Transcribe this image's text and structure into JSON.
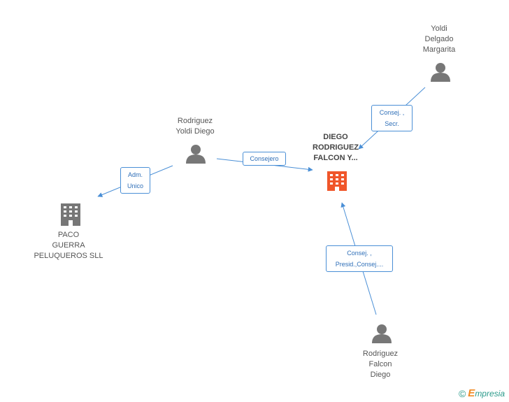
{
  "nodes": {
    "main_company": {
      "label": "DIEGO\nRODRIGUEZ\nFALCON Y..."
    },
    "yoldi_delgado": {
      "label": "Yoldi\nDelgado\nMargarita"
    },
    "rodriguez_yoldi": {
      "label": "Rodriguez\nYoldi Diego"
    },
    "paco_guerra": {
      "label": "PACO\nGUERRA\nPELUQUEROS SLL"
    },
    "rodriguez_falcon": {
      "label": "Rodriguez\nFalcon\nDiego"
    }
  },
  "edges": {
    "yoldi_to_main": {
      "label": "Consej. ,\nSecr."
    },
    "rodriguez_yoldi_to_main": {
      "label": "Consejero"
    },
    "rodriguez_yoldi_to_paco": {
      "label": "Adm.\nUnico"
    },
    "falcon_to_main": {
      "label": "Consej. ,\nPresid.,Consej...."
    }
  },
  "colors": {
    "main_building": "#f0562a",
    "other_building": "#777777",
    "person": "#777777",
    "edge": "#4a8fd6"
  },
  "footer": {
    "copyright_symbol": "©",
    "brand_initial": "E",
    "brand_rest": "mpresia"
  }
}
